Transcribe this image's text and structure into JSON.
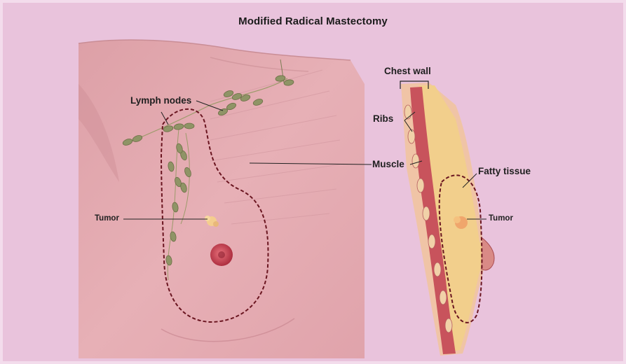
{
  "title": "Modified Radical Mastectomy",
  "labels": {
    "lymph_nodes": "Lymph nodes",
    "tumor_left": "Tumor",
    "chest_wall": "Chest wall",
    "ribs": "Ribs",
    "muscle": "Muscle",
    "fatty_tissue": "Fatty tissue",
    "tumor_right": "Tumor"
  },
  "colors": {
    "background": "#e9c3dc",
    "skin": "#e7aeb4",
    "lymph_node": "#8f9466",
    "tumor": "#c9374a",
    "incision_outline": "#6a1520",
    "fat": "#f2cf8c",
    "muscle": "#c8535c"
  }
}
